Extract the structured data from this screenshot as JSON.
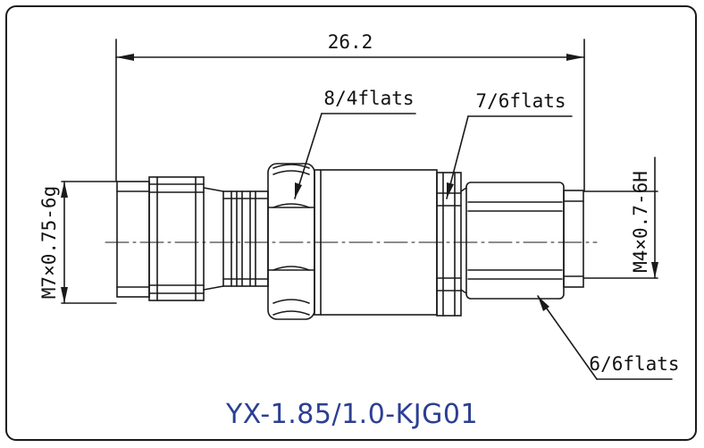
{
  "drawing": {
    "overall_length": "26.2",
    "thread_left": "M7×0.75-6g",
    "thread_right": "M4×0.7-6H",
    "flats_top_left": "8/4flats",
    "flats_top_right": "7/6flats",
    "flats_bottom_right": "6/6flats",
    "part_number": "YX-1.85/1.0-KJG01"
  },
  "colors": {
    "line": "#1a1a1a",
    "title": "#2c3f93"
  }
}
